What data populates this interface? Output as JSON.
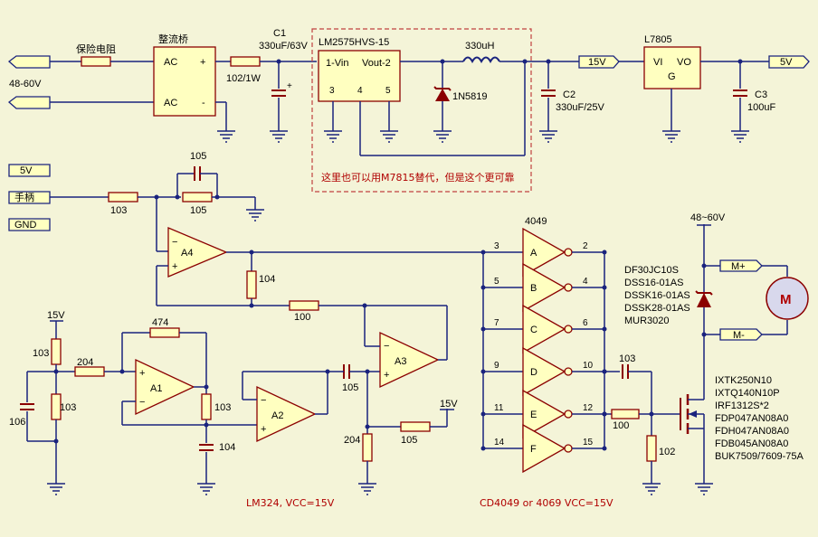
{
  "ports": {
    "vin_label": "48-60V",
    "v5": "5V",
    "throttle": "手柄",
    "gnd": "GND",
    "v15_net": "15V",
    "v5_out": "5V",
    "motor_pos": "M+",
    "motor_neg": "M-",
    "motor_supply": "48~60V",
    "v15_a": "15V",
    "v15_b": "15V"
  },
  "components": {
    "fuse_res": "保险电阻",
    "bridge": "整流桥",
    "bridge_ac1": "AC",
    "bridge_ac2": "AC",
    "bridge_plus": "+",
    "bridge_minus": "-",
    "r_102": "102/1W",
    "c1_name": "C1",
    "c1_val": "330uF/63V",
    "reg_name": "LM2575HVS-15",
    "reg_pin1": "1-Vin",
    "reg_pin2": "Vout-2",
    "reg_p3": "3",
    "reg_p4": "4",
    "reg_p5": "5",
    "inductor": "330uH",
    "diode": "1N5819",
    "c2_name": "C2",
    "c2_val": "330uF/25V",
    "l7805": "L7805",
    "l7805_vi": "VI",
    "l7805_vo": "VO",
    "l7805_g": "G",
    "c3_name": "C3",
    "c3_val": "100uF",
    "note": "这里也可以用M7815替代，但是这个更可靠",
    "r_103_a": "103",
    "c_105_top": "105",
    "r_105_fb": "105",
    "r_104_a": "104",
    "r_100_a": "100",
    "a4": "A4",
    "a1": "A1",
    "a2": "A2",
    "a3": "A3",
    "r_474": "474",
    "r_103_div": "103",
    "r_103_div2": "103",
    "r_204_a": "204",
    "c_106": "106",
    "r_103_b": "103",
    "c_104": "104",
    "c_105_mid": "105",
    "r_204_b": "204",
    "r_105_b": "105",
    "opamp_note": "LM324, VCC=15V",
    "ic4049": "4049",
    "inv_note": "CD4049 or 4069 VCC=15V",
    "c_103_gate": "103",
    "r_100_gate": "100",
    "r_102_gate": "102",
    "motor": "M"
  },
  "inverters": [
    {
      "letter": "A",
      "in": "3",
      "out": "2"
    },
    {
      "letter": "B",
      "in": "5",
      "out": "4"
    },
    {
      "letter": "C",
      "in": "7",
      "out": "6"
    },
    {
      "letter": "D",
      "in": "9",
      "out": "10"
    },
    {
      "letter": "E",
      "in": "11",
      "out": "12"
    },
    {
      "letter": "F",
      "in": "14",
      "out": "15"
    }
  ],
  "diode_options": [
    "DF30JC10S",
    "DSS16-01AS",
    "DSSK16-01AS",
    "DSSK28-01AS",
    "MUR3020"
  ],
  "mosfet_options": [
    "IXTK250N10",
    "IXTQ140N10P",
    "IRF1312S*2",
    "FDP047AN08A0",
    "FDH047AN08A0",
    "FDB045AN08A0",
    "BUK7509/7609-75A"
  ],
  "colors": {
    "background": "#f4f4d8",
    "wire": "#1a237e",
    "component_outline": "#8b0000",
    "component_fill": "#ffffc0",
    "note_border": "#c04040"
  }
}
